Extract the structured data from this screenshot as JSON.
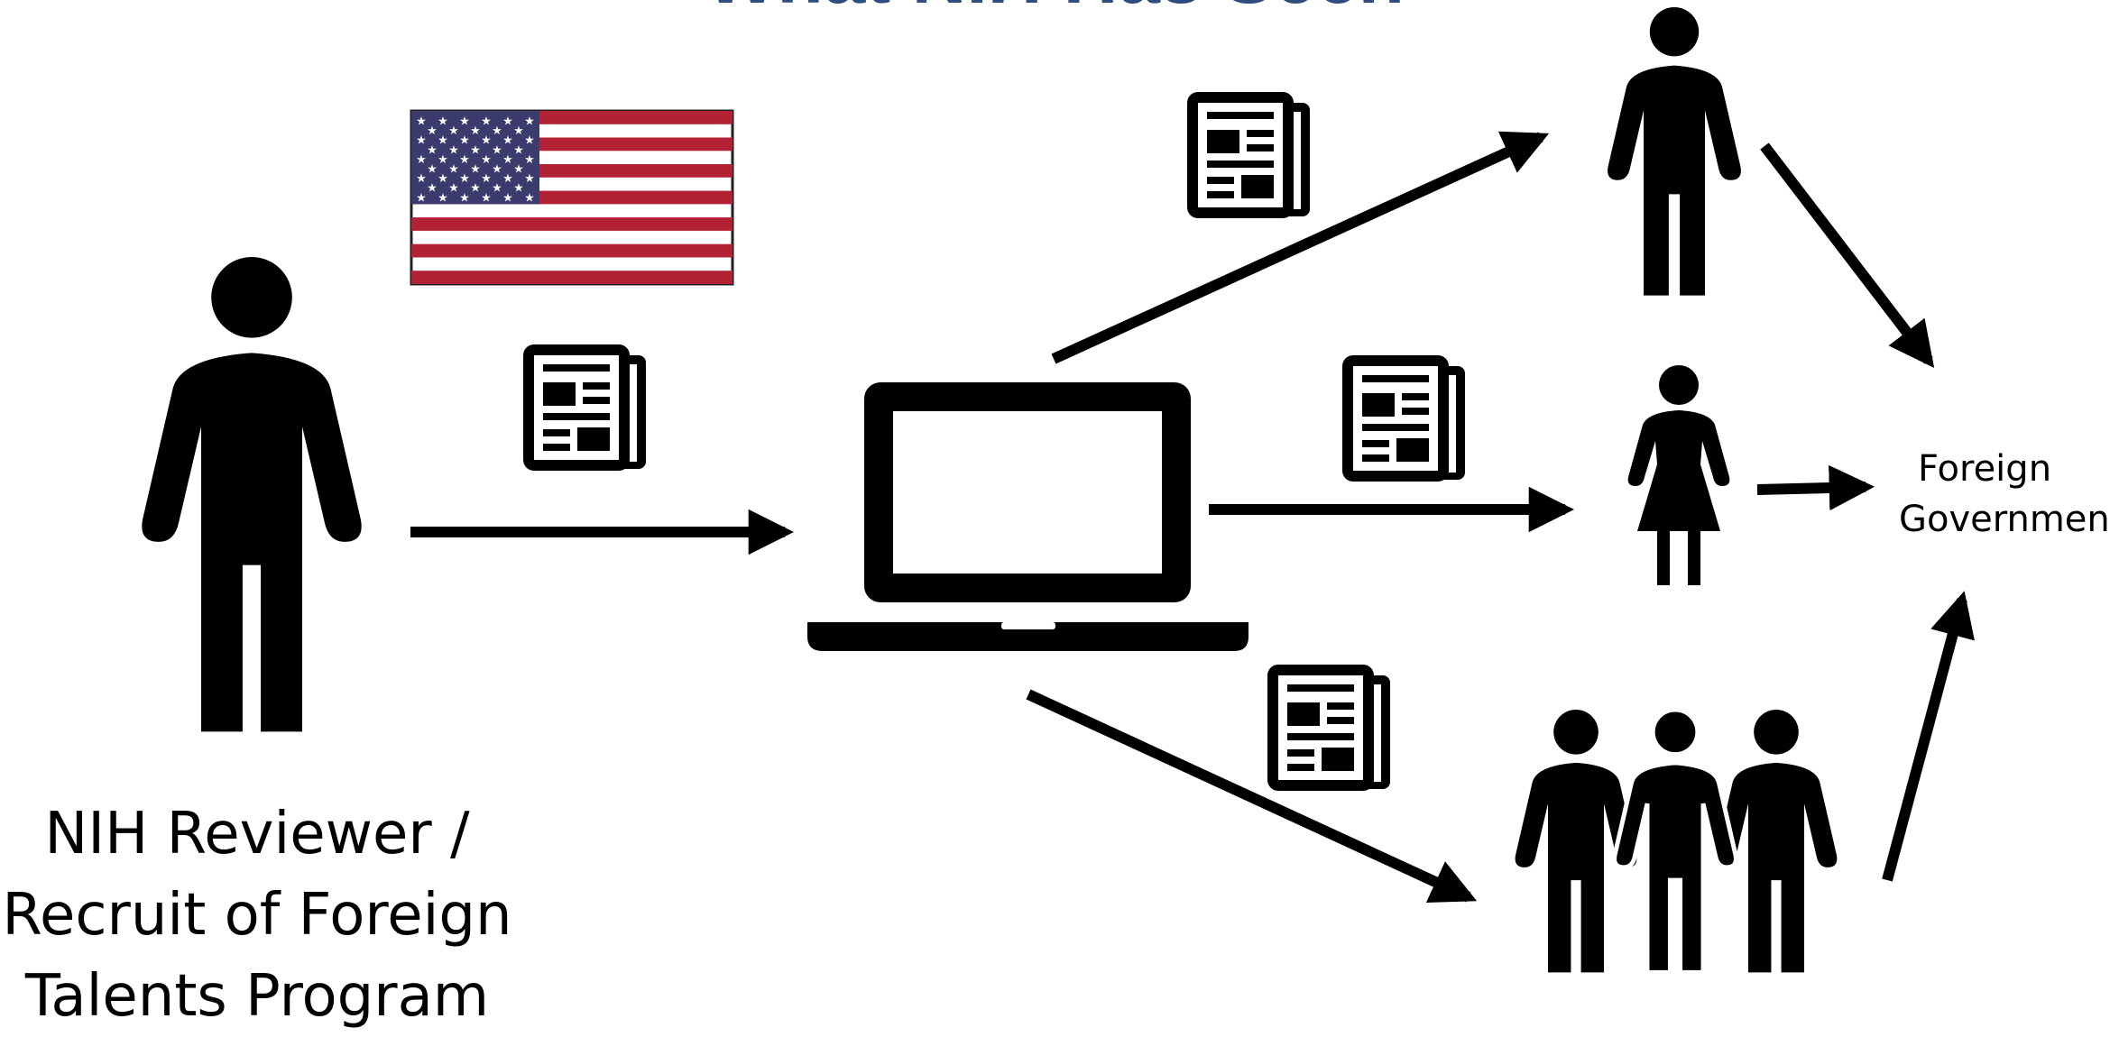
{
  "title": "What NIH Has Seen",
  "reviewer_caption": [
    "NIH Reviewer /",
    "Recruit of Foreign",
    "Talents Program"
  ],
  "foreign_government_label": [
    "Foreign",
    "Government"
  ],
  "icons": {
    "person": "person-icon",
    "woman": "woman-icon",
    "group": "group-icon",
    "laptop": "laptop-icon",
    "document": "document-icon",
    "flag": "us-flag-icon",
    "arrow": "arrow-icon"
  },
  "colors": {
    "title": "#2c4d7e",
    "flag_red": "#b22234",
    "flag_blue": "#3c3b6e",
    "ink": "#000000"
  }
}
